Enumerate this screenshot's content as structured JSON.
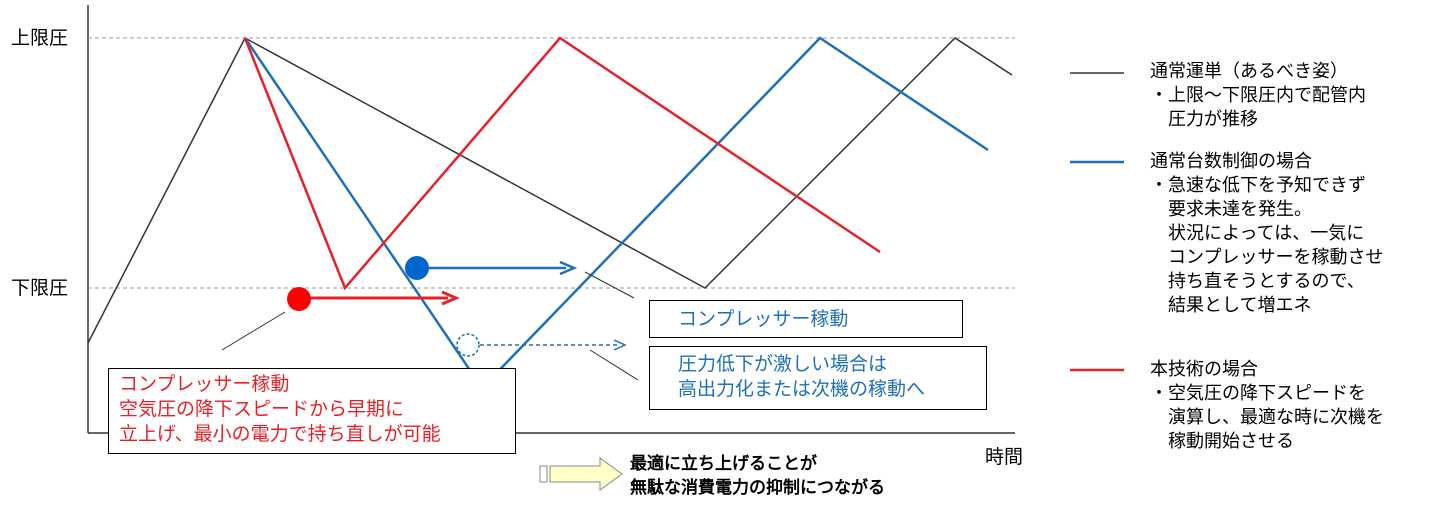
{
  "colors": {
    "normal": "#333333",
    "conventional": "#1f6fbd",
    "technology": "#e8202a",
    "guide": "#999999",
    "arrow_fill": "#ffffc8"
  },
  "axis": {
    "upper_label": "上限圧",
    "lower_label": "下限圧",
    "time_label": "時間"
  },
  "callouts": {
    "tech": {
      "lines": [
        "コンプレッサー稼動",
        "空気圧の降下スピードから早期に",
        "立上げ、最小の電力で持ち直しが可能"
      ]
    },
    "compressor": {
      "text": "コンプレッサー稼動"
    },
    "heavy_drop": {
      "lines": [
        "圧力低下が激しい場合は",
        "高出力化または次機の稼動へ"
      ]
    }
  },
  "legend": [
    {
      "title": "通常運単（あるべき姿）",
      "lines": [
        "・上限～下限圧内で配管内",
        "　圧力が推移"
      ]
    },
    {
      "title": "通常台数制御の場合",
      "lines": [
        "・急速な低下を予知できず",
        "　要求未達を発生。",
        "　状況によっては、一気に",
        "　コンプレッサーを稼動させ",
        "　持ち直そうとするので、",
        "　結果として増エネ"
      ]
    },
    {
      "title": "本技術の場合",
      "lines": [
        "・空気圧の降下スピードを",
        "　演算し、最適な時に次機を",
        "　稼動開始させる"
      ]
    }
  ],
  "conclusion": {
    "lines": [
      "最適に立ち上げることが",
      "無駄な消費電力の抑制につながる"
    ]
  }
}
